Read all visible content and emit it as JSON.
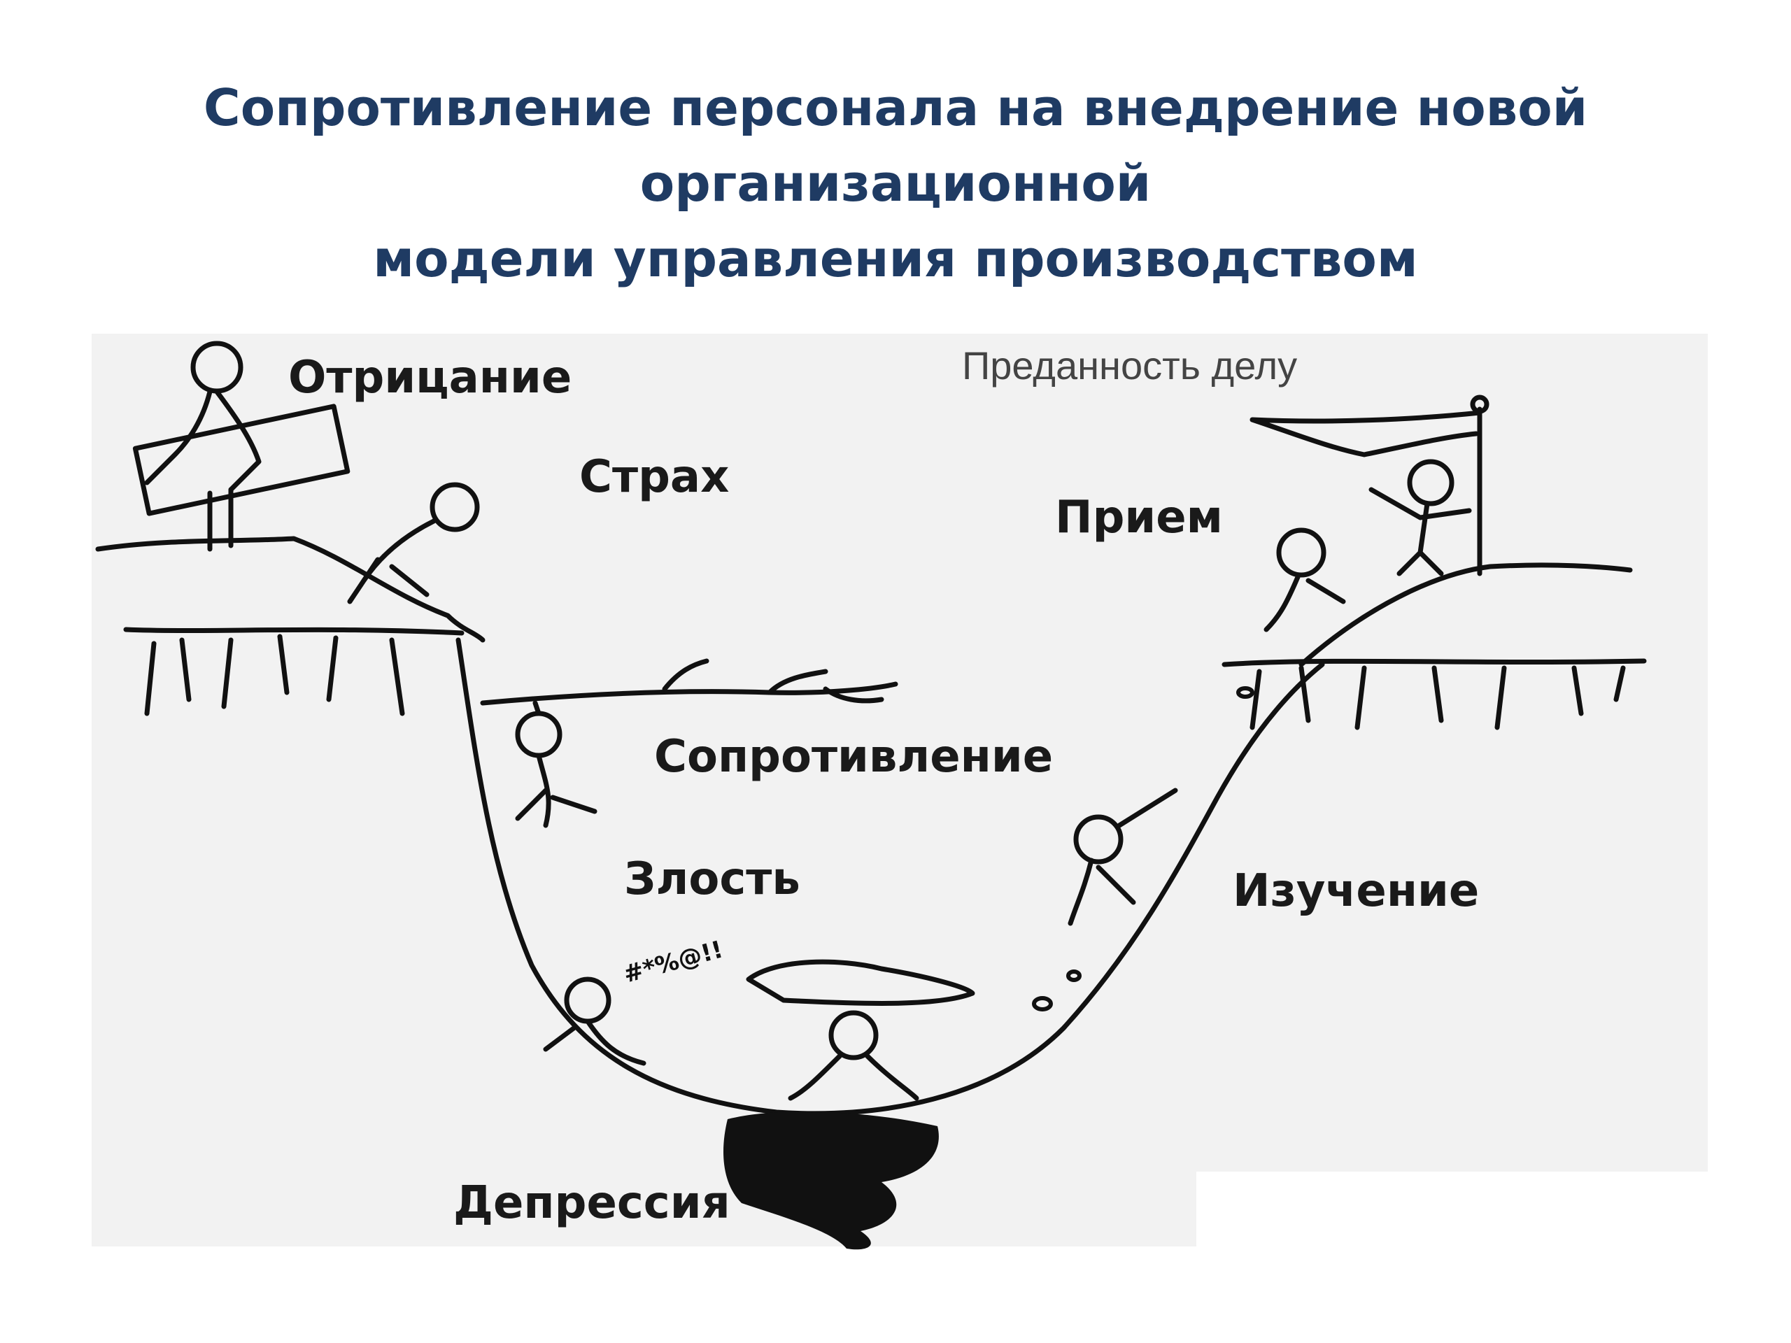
{
  "title": {
    "line1": "Сопротивление персонала на внедрение новой организационной",
    "line2": "модели управления производством"
  },
  "stages": {
    "denial": "Отрицание",
    "fear": "Страх",
    "resistance": "Сопротивление",
    "anger": "Злость",
    "depression": "Депрессия",
    "study": "Изучение",
    "acceptance": "Прием",
    "commitment": "Преданность делу"
  },
  "illustration_text": {
    "curse": "#*%@!!"
  },
  "colors": {
    "title": "#1f3b63",
    "ink": "#111111",
    "panel": "#f2f2f2"
  }
}
